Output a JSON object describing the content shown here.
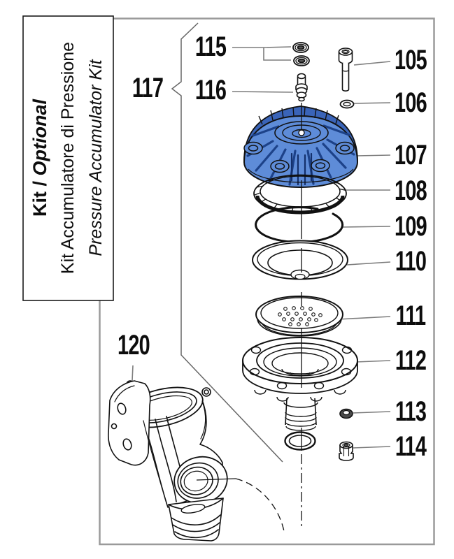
{
  "title_box": {
    "line1_regular": "Kit / ",
    "line1_italic": "Optional",
    "line2": "Kit Accumulatore di Pressione",
    "line3": "Pressure Accumulator Kit"
  },
  "parts": [
    {
      "number": "105"
    },
    {
      "number": "106"
    },
    {
      "number": "107"
    },
    {
      "number": "108"
    },
    {
      "number": "109"
    },
    {
      "number": "110"
    },
    {
      "number": "111"
    },
    {
      "number": "112"
    },
    {
      "number": "113"
    },
    {
      "number": "114"
    },
    {
      "number": "115"
    },
    {
      "number": "116"
    },
    {
      "number": "117"
    },
    {
      "number": "120"
    }
  ],
  "colors": {
    "dome_blue": "#5E8CD8",
    "dome_dark_blue": "#3A64B8",
    "rib_blue": "#1d4289",
    "frame_gray": "#9a9a9a",
    "leader_gray": "#7d7d7d",
    "line_black": "#111111"
  }
}
